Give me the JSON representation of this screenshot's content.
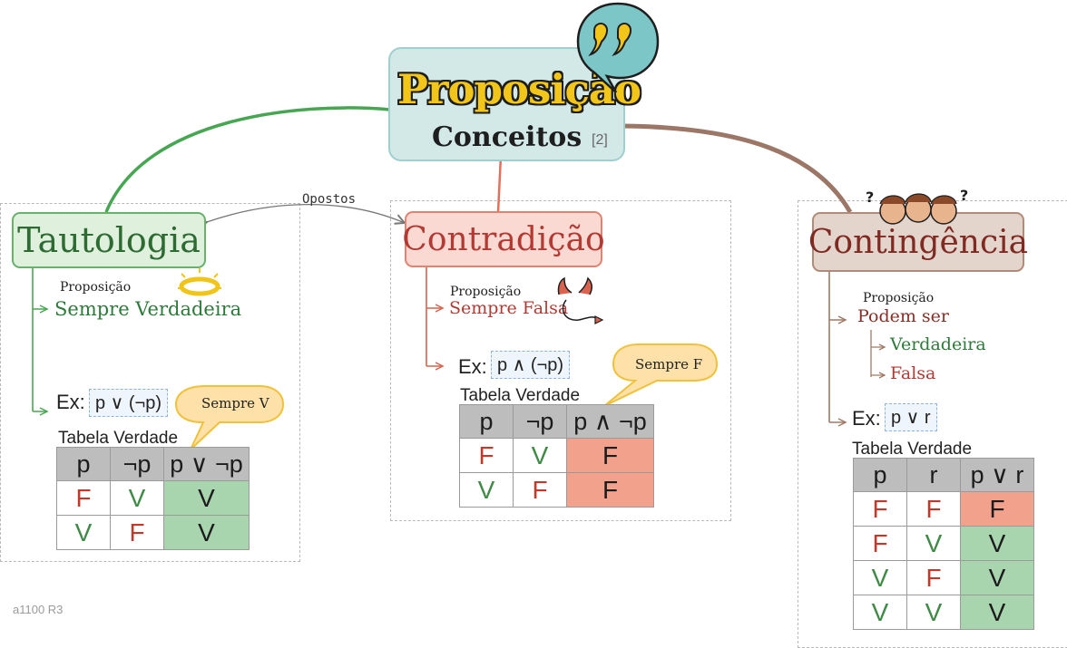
{
  "title": {
    "main": "Proposição",
    "subtitle": "Conceitos",
    "ref": "[2]"
  },
  "link_label": "Opostos",
  "tautologia": {
    "title": "Tautologia",
    "prop_label": "Proposição",
    "prop_value": "Sempre Verdadeira",
    "ex_label": "Ex:",
    "ex_formula": "p ∨ (¬p)",
    "callout": "Sempre V",
    "table_title": "Tabela Verdade",
    "headers": [
      "p",
      "¬p",
      "p ∨ ¬p"
    ],
    "rows": [
      [
        "F",
        "V",
        "V"
      ],
      [
        "V",
        "F",
        "V"
      ]
    ]
  },
  "contradicao": {
    "title": "Contradição",
    "prop_label": "Proposição",
    "prop_value": "Sempre Falsa",
    "ex_label": "Ex:",
    "ex_formula": "p ∧ (¬p)",
    "callout": "Sempre F",
    "table_title": "Tabela Verdade",
    "headers": [
      "p",
      "¬p",
      "p ∧ ¬p"
    ],
    "rows": [
      [
        "F",
        "V",
        "F"
      ],
      [
        "V",
        "F",
        "F"
      ]
    ]
  },
  "contingencia": {
    "title": "Contingência",
    "prop_label": "Proposição",
    "prop_value": "Podem ser",
    "option_true": "Verdadeira",
    "option_false": "Falsa",
    "ex_label": "Ex:",
    "ex_formula": "p ∨ r",
    "table_title": "Tabela Verdade",
    "headers": [
      "p",
      "r",
      "p ∨ r"
    ],
    "rows": [
      [
        "F",
        "F",
        "F"
      ],
      [
        "F",
        "V",
        "V"
      ],
      [
        "V",
        "F",
        "V"
      ],
      [
        "V",
        "V",
        "V"
      ]
    ]
  },
  "colors": {
    "true": "#3f8a45",
    "false": "#c0392b",
    "result_true_bg": "#a8d5ad",
    "result_false_bg": "#f2a18c"
  },
  "footer": "a1100 R3"
}
